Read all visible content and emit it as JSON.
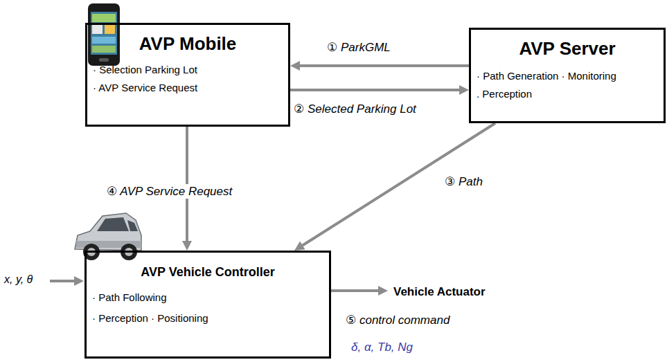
{
  "diagram": {
    "nodes": [
      {
        "text": [
          "AVP Mobile",
          "· Selection Parking Lot",
          "· AVP Service Request"
        ]
      },
      {
        "text": [
          "AVP Server",
          "· Path Generation · Monitoring",
          ". Perception"
        ]
      },
      {
        "text": [
          "AVP Vehicle Controller",
          "· Path Following",
          "· Perception · Positioning"
        ]
      },
      {
        "text": [
          "Vehicle Actuator"
        ]
      }
    ],
    "edges": [
      {
        "from": 1,
        "to": 0,
        "label": "① ParkGML",
        "arrow": "to"
      },
      {
        "from": 0,
        "to": 1,
        "label": "② Selected Parking Lot",
        "arrow": "to"
      },
      {
        "from": 1,
        "to": 2,
        "label": "③ Path",
        "arrow": "to"
      },
      {
        "from": 0,
        "to": 2,
        "label": "④ AVP Service Request",
        "arrow": "to"
      },
      {
        "from": 2,
        "to": 3,
        "label": "⑤ control command",
        "arrow": "to"
      }
    ],
    "labels": [
      "x, y, θ",
      "δ, α, Tb, Ng"
    ]
  }
}
